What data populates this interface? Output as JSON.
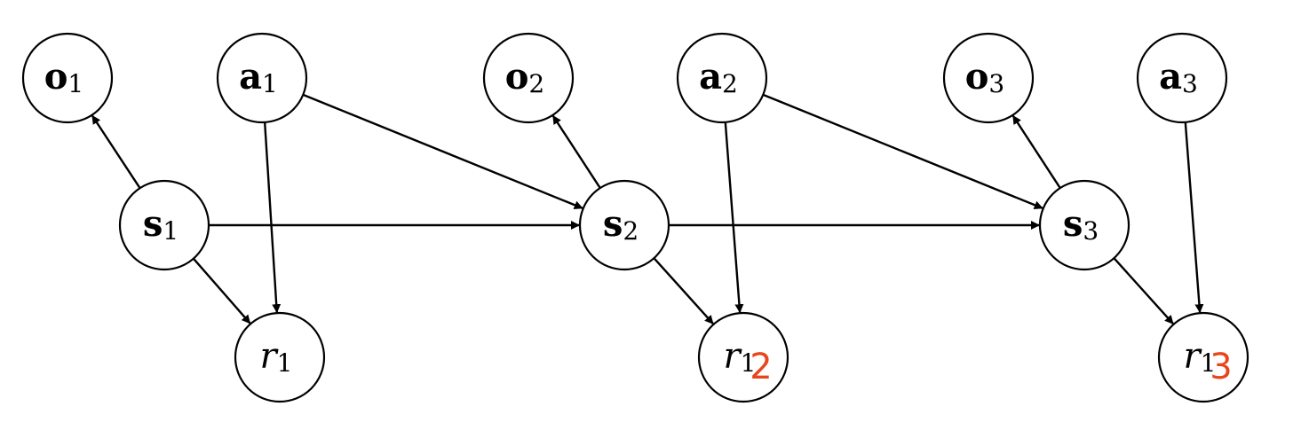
{
  "colors": {
    "stroke": "#000000",
    "background": "#ffffff",
    "annotation": "#e8451a"
  },
  "nodes": [
    {
      "id": "o1",
      "var": "o",
      "sub": "1",
      "style": "bold"
    },
    {
      "id": "a1",
      "var": "a",
      "sub": "1",
      "style": "bold"
    },
    {
      "id": "s1",
      "var": "s",
      "sub": "1",
      "style": "bold"
    },
    {
      "id": "r1",
      "var": "r",
      "sub": "1",
      "style": "italic"
    },
    {
      "id": "o2",
      "var": "o",
      "sub": "2",
      "style": "bold"
    },
    {
      "id": "a2",
      "var": "a",
      "sub": "2",
      "style": "bold"
    },
    {
      "id": "s2",
      "var": "s",
      "sub": "2",
      "style": "bold"
    },
    {
      "id": "r2",
      "var": "r",
      "sub": "1",
      "style": "italic",
      "overlay": "2"
    },
    {
      "id": "o3",
      "var": "o",
      "sub": "3",
      "style": "bold"
    },
    {
      "id": "a3",
      "var": "a",
      "sub": "3",
      "style": "bold"
    },
    {
      "id": "s3",
      "var": "s",
      "sub": "3",
      "style": "bold"
    },
    {
      "id": "r3",
      "var": "r",
      "sub": "1",
      "style": "italic",
      "overlay": "3"
    }
  ],
  "edges": [
    {
      "from": "s1",
      "to": "o1"
    },
    {
      "from": "s1",
      "to": "s2"
    },
    {
      "from": "s1",
      "to": "r1"
    },
    {
      "from": "a1",
      "to": "r1"
    },
    {
      "from": "a1",
      "to": "s2"
    },
    {
      "from": "s2",
      "to": "o2"
    },
    {
      "from": "s2",
      "to": "s3"
    },
    {
      "from": "s2",
      "to": "r2"
    },
    {
      "from": "a2",
      "to": "r2"
    },
    {
      "from": "a2",
      "to": "s3"
    },
    {
      "from": "s3",
      "to": "o3"
    },
    {
      "from": "s3",
      "to": "r3"
    },
    {
      "from": "a3",
      "to": "r3"
    }
  ]
}
